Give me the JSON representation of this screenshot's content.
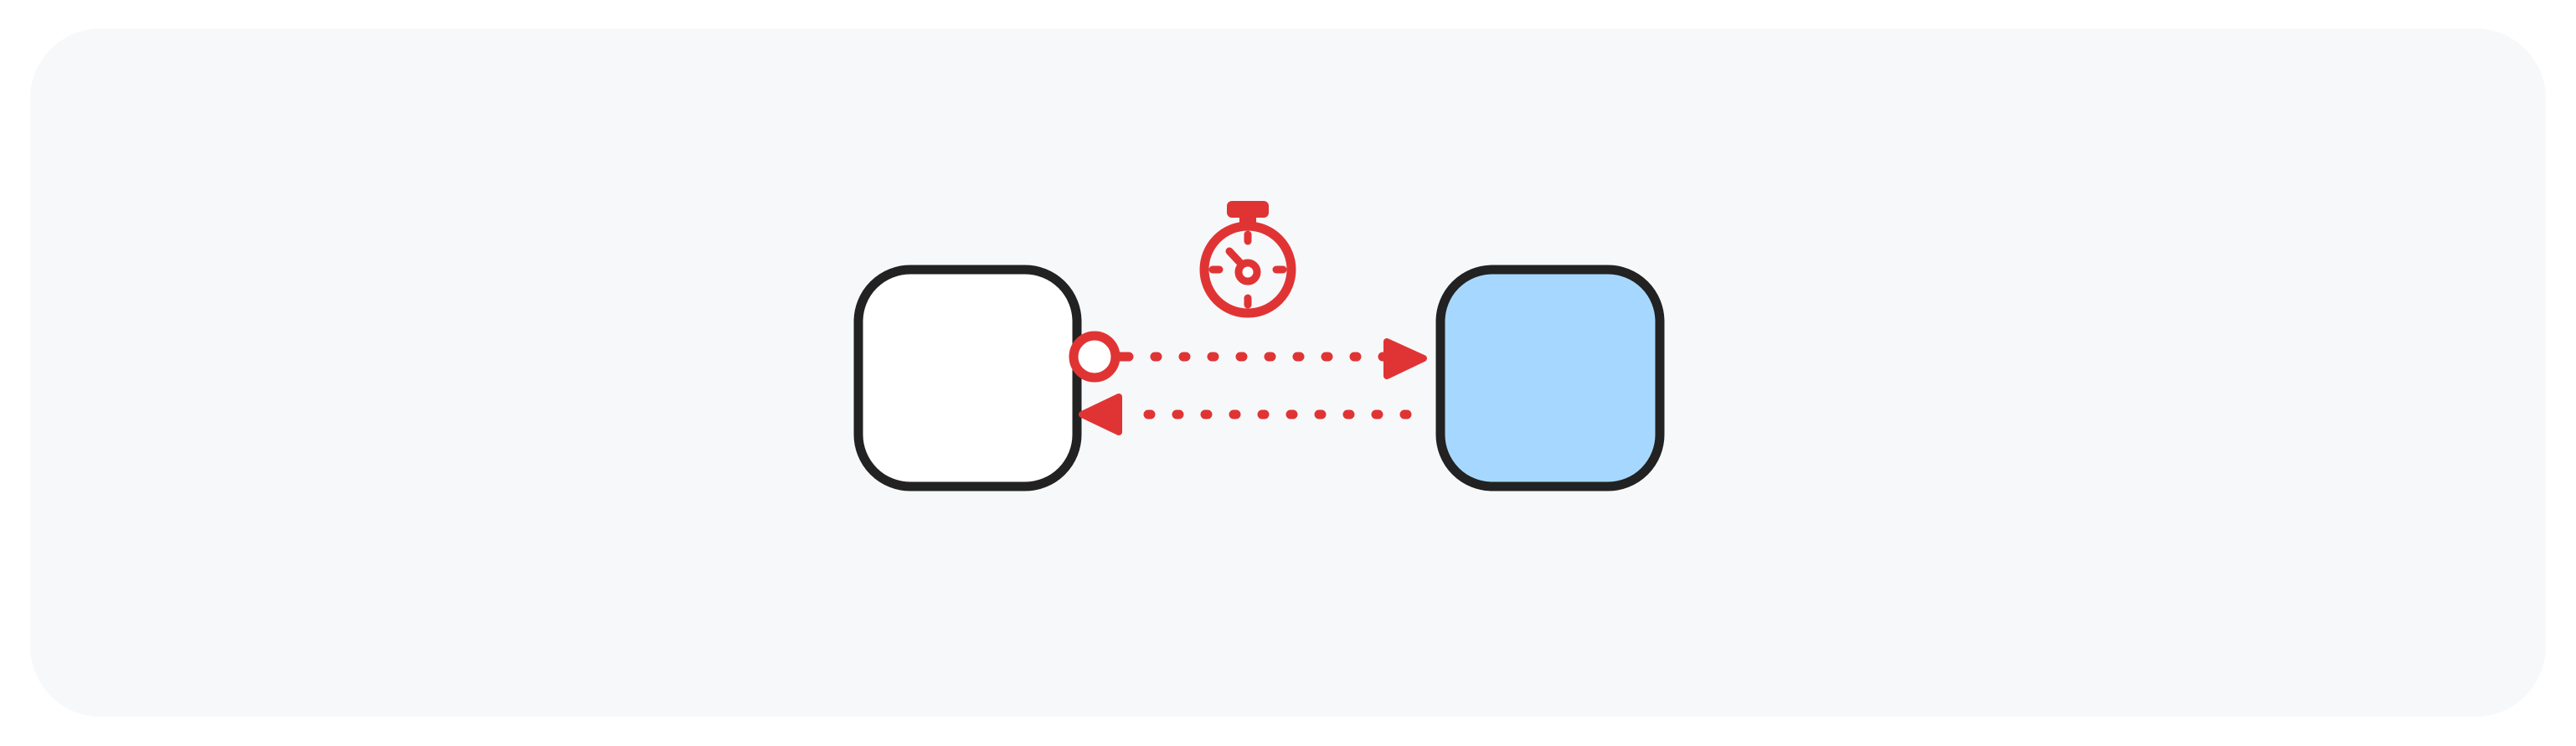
{
  "colors": {
    "canvas_bg": "#f7f8fa",
    "node_stroke": "#222222",
    "node_a_fill": "#ffffff",
    "node_b_fill": "#a6d8ff",
    "edge_color": "#e03434"
  },
  "icons": {
    "timer": "stopwatch-icon",
    "edge_start": "circle-endpoint-icon",
    "arrow": "triangle-arrowhead-icon"
  },
  "nodes": [
    {
      "id": "node-a",
      "label": ""
    },
    {
      "id": "node-b",
      "label": ""
    }
  ],
  "edges": [
    {
      "from": "node-a",
      "to": "node-b",
      "style": "dotted",
      "start_marker": "circle",
      "end_marker": "arrow"
    },
    {
      "from": "node-b",
      "to": "node-a",
      "style": "dotted",
      "start_marker": "none",
      "end_marker": "arrow"
    }
  ]
}
